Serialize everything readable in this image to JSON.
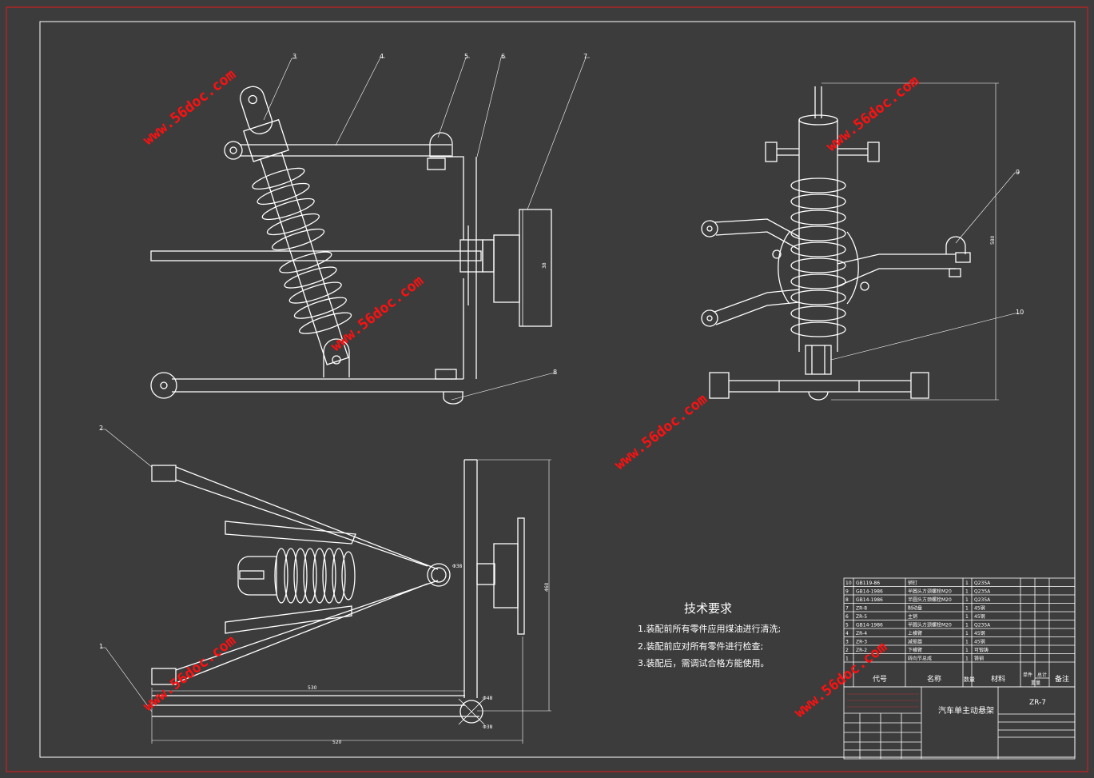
{
  "watermark": "www.56doc.com",
  "balloons": [
    "1",
    "2",
    "3",
    "4",
    "5",
    "6",
    "7",
    "8",
    "9",
    "10"
  ],
  "dims": {
    "front_hub": "38",
    "side_height": "580",
    "top_len1": "530",
    "top_len2": "520",
    "top_height": "460",
    "top_dia1": "Φ38",
    "top_dia2": "Φ48",
    "top_dia3": "Φ38"
  },
  "requirements": {
    "title": "技术要求",
    "items": [
      "1.装配前所有零件应用煤油进行清洗;",
      "2.装配前应对所有零件进行检查;",
      "3.装配后，需调试合格方能使用。"
    ]
  },
  "bom": {
    "header": {
      "code": "代号",
      "name": "名称",
      "qty": "数量",
      "material": "材料",
      "unit_weight": "单件",
      "total": "总计",
      "weight": "重量",
      "note": "备注"
    },
    "rows": [
      {
        "no": "10",
        "code": "GB119-86",
        "name": "销钉",
        "qty": "1",
        "material": "Q235A"
      },
      {
        "no": "9",
        "code": "GB14-1986",
        "name": "半圆头方颈螺栓M20",
        "qty": "1",
        "material": "Q235A"
      },
      {
        "no": "8",
        "code": "GB14-1986",
        "name": "半圆头方颈螺栓M20",
        "qty": "1",
        "material": "Q235A"
      },
      {
        "no": "7",
        "code": "ZR-8",
        "name": "制动盘",
        "qty": "1",
        "material": "45钢"
      },
      {
        "no": "6",
        "code": "ZR-5",
        "name": "主销",
        "qty": "1",
        "material": "45钢"
      },
      {
        "no": "5",
        "code": "GB14-1986",
        "name": "半圆头方颈螺栓M20",
        "qty": "1",
        "material": "Q235A"
      },
      {
        "no": "4",
        "code": "ZR-4",
        "name": "上横臂",
        "qty": "1",
        "material": "45钢"
      },
      {
        "no": "3",
        "code": "ZR-3",
        "name": "减振器",
        "qty": "1",
        "material": "45钢"
      },
      {
        "no": "2",
        "code": "ZR-2",
        "name": "下横臂",
        "qty": "1",
        "material": "可锻铸"
      },
      {
        "no": "1",
        "code": "",
        "name": "转向节总成",
        "qty": "1",
        "material": "铸钢"
      }
    ],
    "title_block": {
      "drawing_name": "汽车单主动悬架",
      "drawing_no": "ZR-7"
    }
  }
}
